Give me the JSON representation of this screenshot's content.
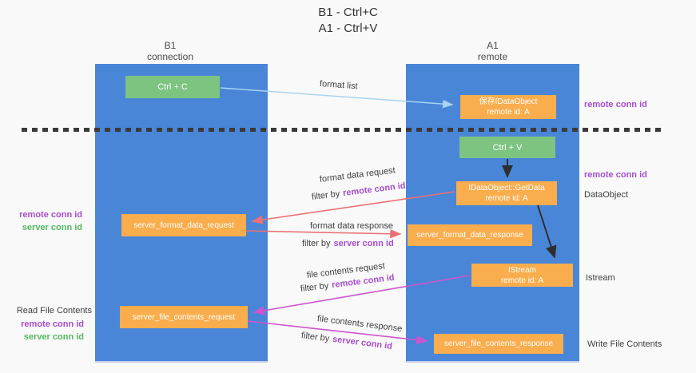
{
  "title": {
    "line1": "B1 - Ctrl+C",
    "line2": "A1 - Ctrl+V"
  },
  "columns": {
    "left": {
      "name": "B1",
      "role": "connection"
    },
    "right": {
      "name": "A1",
      "role": "remote"
    }
  },
  "nodes": {
    "ctrl_c": {
      "label": "Ctrl + C"
    },
    "save_dataobject": {
      "line1": "保存IDataObject",
      "line2": "remote id: A"
    },
    "ctrl_v": {
      "label": "Ctrl + V"
    },
    "getdata": {
      "line1": "IDataObject::GetData",
      "line2": "remote id: A"
    },
    "format_request": {
      "label": "server_format_data_request"
    },
    "format_response": {
      "label": "server_format_data_response"
    },
    "istream": {
      "line1": "IStream",
      "line2": "remote id: A"
    },
    "file_request": {
      "label": "server_file_contents_request"
    },
    "file_response": {
      "label": "server_file_contents_response"
    }
  },
  "edges": {
    "format_list": "format list",
    "format_data_request": "format data request",
    "format_data_response": "format data response",
    "file_contents_request": "file contents request",
    "file_contents_response": "file contents response",
    "filter_by": "filter by",
    "remote_conn_id": "remote conn id",
    "server_conn_id": "server conn id"
  },
  "side_labels": {
    "left_remote_conn_id": "remote conn id",
    "left_server_conn_id": "server conn id",
    "read_file_contents": "Read File Contents",
    "left_remote_conn_id_2": "remote conn id",
    "left_server_conn_id_2": "server conn id",
    "right_remote_conn_id_1": "remote conn id",
    "right_remote_conn_id_2": "remote conn id",
    "dataobject": "DataObject",
    "istream": "Istream",
    "write_file_contents": "Write File Contents"
  },
  "colors": {
    "bg": "#f9f9f9",
    "column-blue": "#4a86d8",
    "box-orange": "#f9ad4d",
    "box-green": "#7cc480",
    "text-dark": "#3f3f3f",
    "text-purple": "#a64ecb",
    "text-green": "#55b85f",
    "arrow-lightblue": "#a9d3f2",
    "arrow-red": "#e97173",
    "arrow-magenta": "#cc55ce",
    "arrow-black": "#2e2e2e",
    "dash": "#3a3a3a"
  }
}
